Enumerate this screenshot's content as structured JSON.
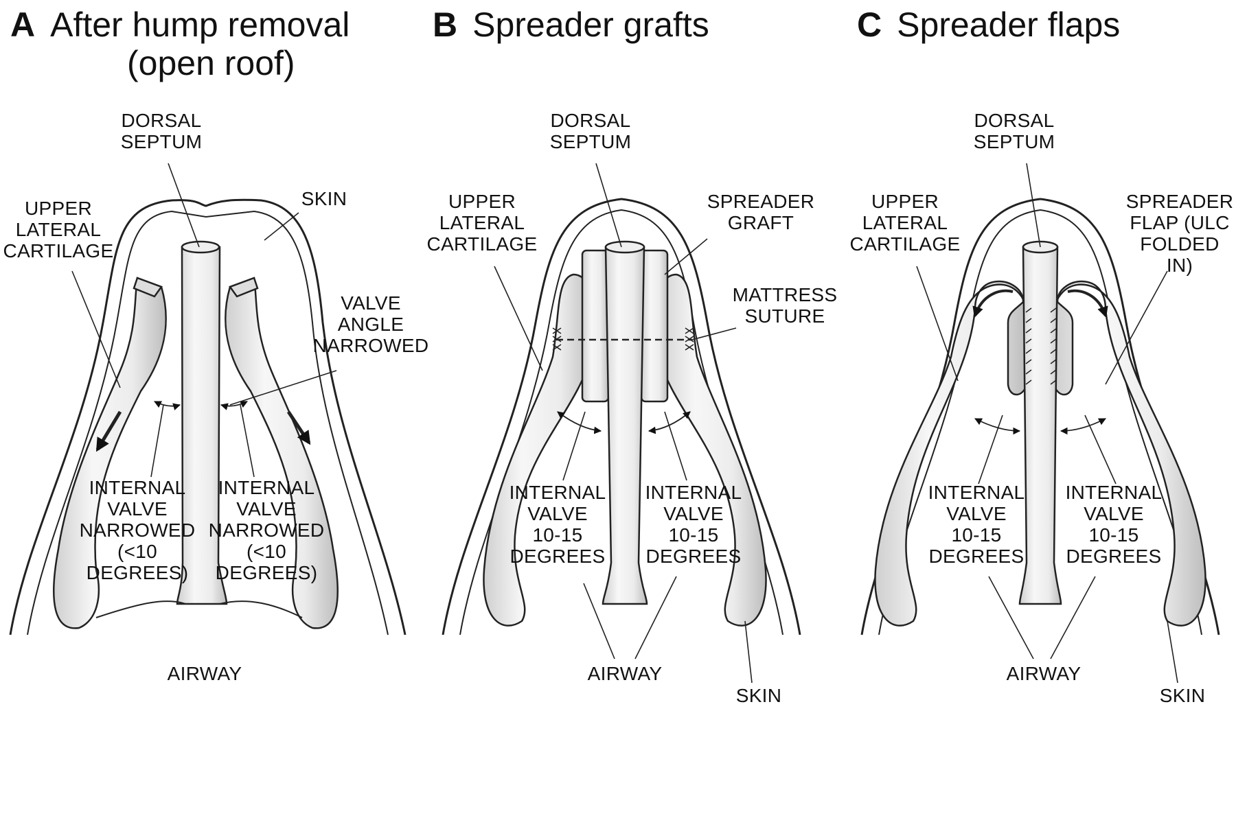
{
  "panels": [
    {
      "letter": "A",
      "title": "After hump removal",
      "subtitle": "(open roof)",
      "labels": {
        "dorsal_septum": "DORSAL\nSEPTUM",
        "skin_top": "SKIN",
        "upper_lateral_cartilage": "UPPER\nLATERAL\nCARTILAGE",
        "valve_angle": "VALVE\nANGLE\nNARROWED",
        "internal_valve_left": "INTERNAL\nVALVE\nNARROWED\n(<10\nDEGREES)",
        "internal_valve_right": "INTERNAL\nVALVE\nNARROWED\n(<10\nDEGREES)",
        "airway": "AIRWAY"
      }
    },
    {
      "letter": "B",
      "title": "Spreader grafts",
      "labels": {
        "dorsal_septum": "DORSAL\nSEPTUM",
        "upper_lateral_cartilage": "UPPER\nLATERAL\nCARTILAGE",
        "spreader_graft": "SPREADER\nGRAFT",
        "mattress_suture": "MATTRESS\nSUTURE",
        "internal_valve_left": "INTERNAL\nVALVE\n10-15\nDEGREES",
        "internal_valve_right": "INTERNAL\nVALVE\n10-15\nDEGREES",
        "airway": "AIRWAY",
        "skin": "SKIN"
      }
    },
    {
      "letter": "C",
      "title": "Spreader flaps",
      "labels": {
        "dorsal_septum": "DORSAL\nSEPTUM",
        "upper_lateral_cartilage": "UPPER\nLATERAL\nCARTILAGE",
        "spreader_flap": "SPREADER\nFLAP (ULC\nFOLDED IN)",
        "internal_valve_left": "INTERNAL\nVALVE\n10-15\nDEGREES",
        "internal_valve_right": "INTERNAL\nVALVE\n10-15\nDEGREES",
        "airway": "AIRWAY",
        "skin": "SKIN"
      }
    }
  ]
}
